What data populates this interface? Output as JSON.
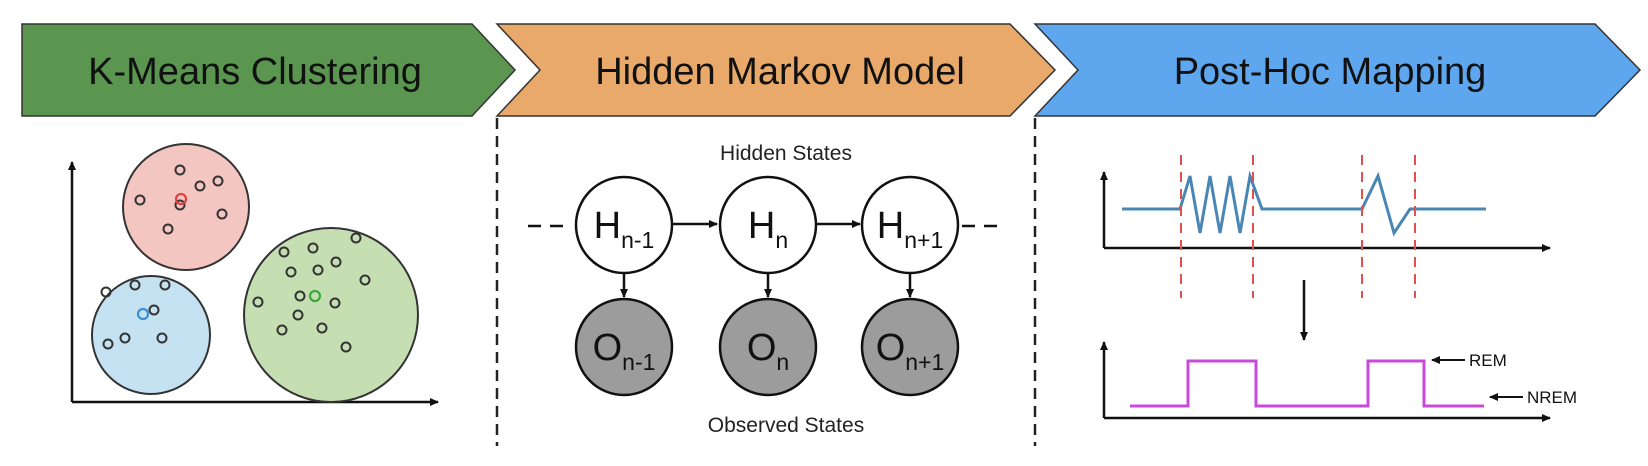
{
  "banners": [
    {
      "label": "K-Means Clustering",
      "color": "#5a9650"
    },
    {
      "label": "Hidden Markov Model",
      "color": "#e8a96a"
    },
    {
      "label": "Post-Hoc Mapping",
      "color": "#5ea7ef"
    }
  ],
  "hmm": {
    "hidden_title": "Hidden States",
    "observed_title": "Observed States",
    "hidden_nodes": [
      {
        "base": "H",
        "sub": "n-1"
      },
      {
        "base": "H",
        "sub": "n"
      },
      {
        "base": "H",
        "sub": "n+1"
      }
    ],
    "observed_nodes": [
      {
        "base": "O",
        "sub": "n-1"
      },
      {
        "base": "O",
        "sub": "n"
      },
      {
        "base": "O",
        "sub": "n+1"
      }
    ]
  },
  "mapping": {
    "rem_label": "REM",
    "nrem_label": "NREM",
    "signal_color": "#4a86b4",
    "state_color": "#c84bd8",
    "boundary_color": "#e05050"
  },
  "clusters": [
    {
      "name": "pink",
      "color": "#f4c6c2",
      "point_color": "#333",
      "centroid_color": "#e04040"
    },
    {
      "name": "blue",
      "color": "#c5e2f2",
      "point_color": "#333",
      "centroid_color": "#3b8fd8"
    },
    {
      "name": "green",
      "color": "#c5dfb3",
      "point_color": "#333",
      "centroid_color": "#3aa83a"
    }
  ]
}
